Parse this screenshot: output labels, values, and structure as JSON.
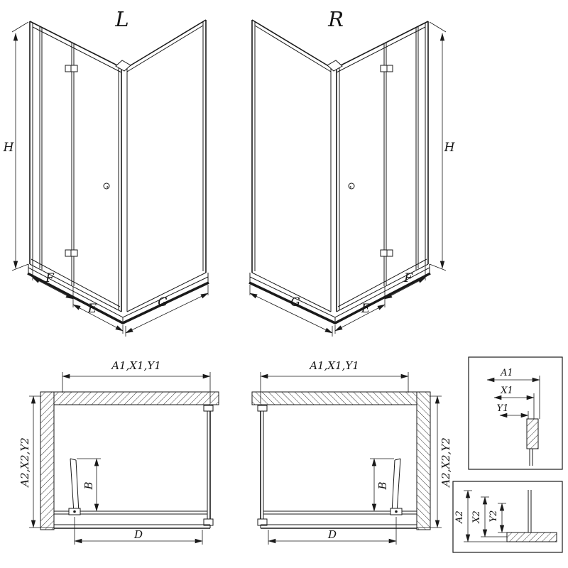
{
  "drawing": {
    "perspective_l": {
      "title": "L",
      "dim_h": "H",
      "dim_f": "F",
      "dim_e": "E",
      "dim_g": "G"
    },
    "perspective_r": {
      "title": "R",
      "dim_h": "H",
      "dim_f": "F",
      "dim_e": "E",
      "dim_g": "G"
    },
    "plan_l": {
      "dim_top": "A1,X1,Y1",
      "dim_side": "A2,X2,Y2",
      "dim_b": "B",
      "dim_d": "D"
    },
    "plan_r": {
      "dim_top": "A1,X1,Y1",
      "dim_side": "A2,X2,Y2",
      "dim_b": "B",
      "dim_d": "D"
    },
    "detail_wall": {
      "dim_a1": "A1",
      "dim_x1": "X1",
      "dim_y1": "Y1"
    },
    "detail_tray": {
      "dim_a2": "A2",
      "dim_x2": "X2",
      "dim_y2": "Y2"
    }
  },
  "colors": {
    "line": "#1a1a1a",
    "background": "#ffffff"
  }
}
